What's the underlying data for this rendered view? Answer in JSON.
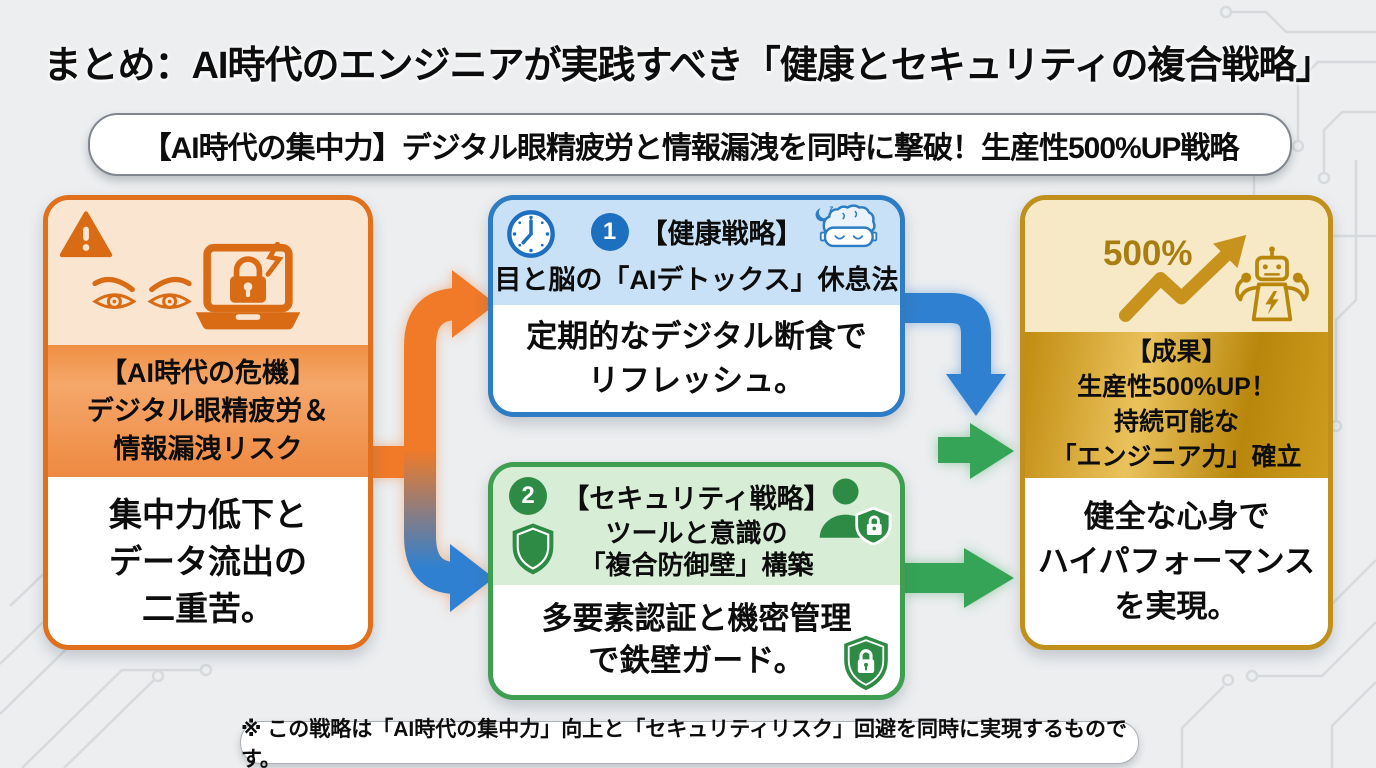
{
  "page": {
    "title": "まとめ：AI時代のエンジニアが実践すべき「健康とセキュリティの複合戦略」",
    "subtitle": "【AI時代の集中力】デジタル眼精疲労と情報漏洩を同時に撃破！生産性500%UP戦略",
    "footnote": "※ この戦略は「AI時代の集中力」向上と「セキュリティリスク」回避を同時に実現するものです。"
  },
  "crisis_card": {
    "heading_lines": [
      "【AI時代の危機】",
      "デジタル眼精疲労＆",
      "情報漏洩リスク"
    ],
    "body_lines": [
      "集中力低下と",
      "データ流出の",
      "二重苦。"
    ]
  },
  "health_card": {
    "number": "1",
    "tag": "【健康戦略】",
    "heading": "目と脳の「AIデトックス」休息法",
    "body_lines": [
      "定期的なデジタル断食で",
      "リフレッシュ。"
    ]
  },
  "security_card": {
    "number": "2",
    "tag": "【セキュリティ戦略】",
    "heading_lines": [
      "ツールと意識の",
      "「複合防御壁」構築"
    ],
    "body_lines": [
      "多要素認証と機密管理",
      "で鉄壁ガード。"
    ]
  },
  "result_card": {
    "metric": "500%",
    "heading_lines": [
      "【成果】",
      "生産性500%UP！",
      "持続可能な",
      "「エンジニア力」確立"
    ],
    "body_lines": [
      "健全な心身で",
      "ハイパフォーマンス",
      "を実現。"
    ]
  },
  "icons": {
    "crisis": [
      "warning-triangle-icon",
      "tired-eyes-icon",
      "hacked-laptop-lock-icon"
    ],
    "health": [
      "clock-icon",
      "step-1-badge",
      "sleeping-brain-mask-icon"
    ],
    "security": [
      "step-2-badge",
      "shield-icon",
      "user-lock-icon",
      "shield-lock-icon"
    ],
    "result": [
      "growth-arrow-icon",
      "strong-robot-icon"
    ]
  },
  "colors": {
    "orange": "#E8741E",
    "blue": "#2F80D0",
    "green": "#3FA455",
    "gold": "#C8931D",
    "gold_text": "#A87E10",
    "background": "#ECEEF0"
  }
}
